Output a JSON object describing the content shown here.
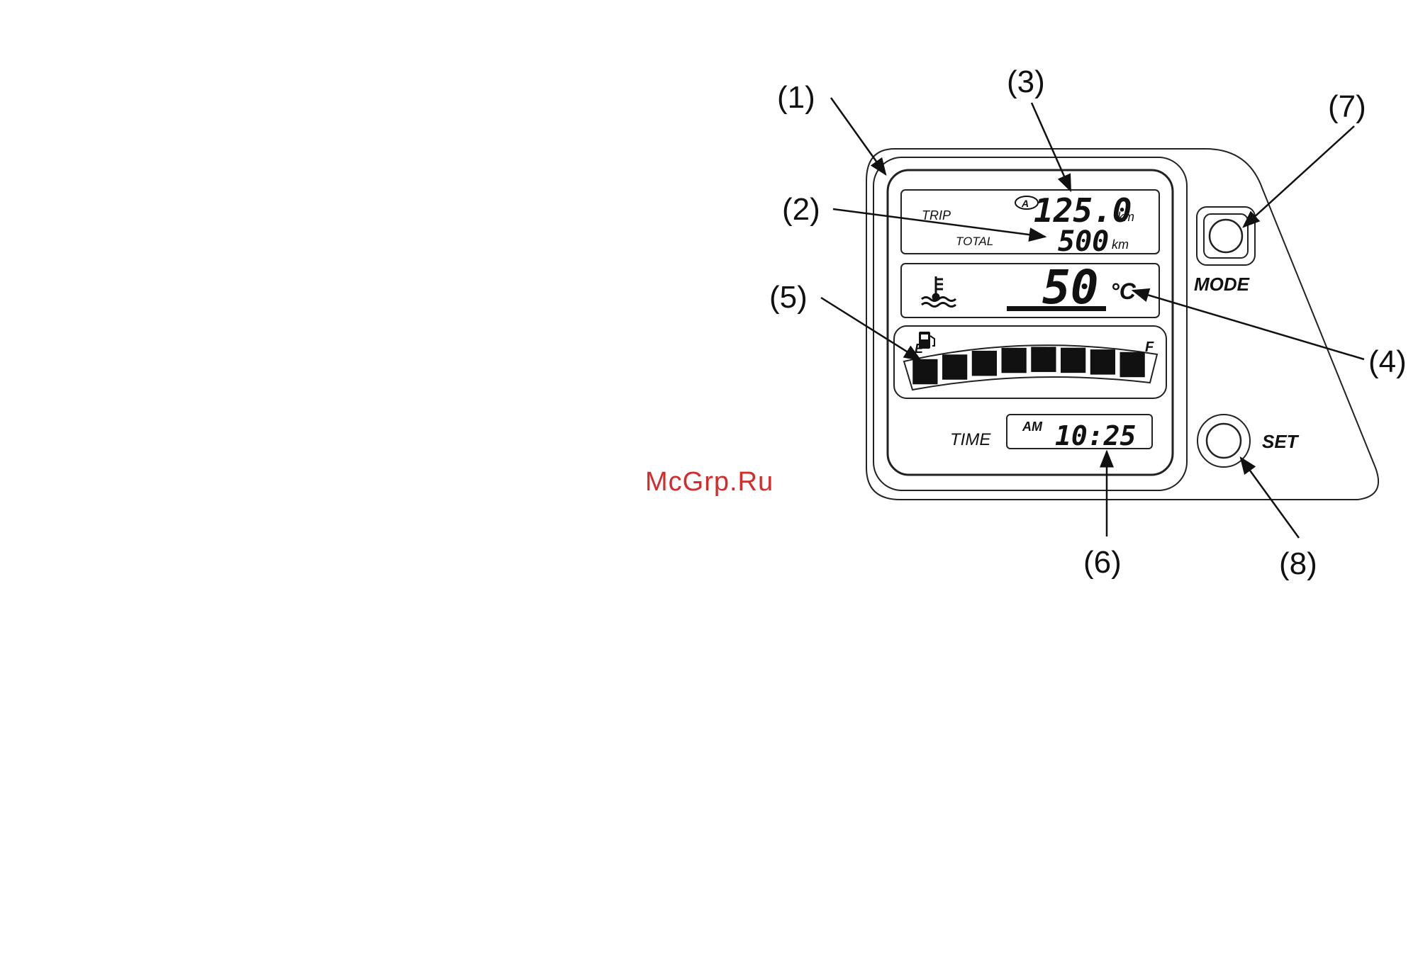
{
  "callouts": {
    "c1": "(1)",
    "c2": "(2)",
    "c3": "(3)",
    "c4": "(4)",
    "c5": "(5)",
    "c6": "(6)",
    "c7": "(7)",
    "c8": "(8)"
  },
  "odometer": {
    "trip_label": "TRIP",
    "trip_mode": "A",
    "trip_value": "125.0",
    "trip_unit": "km",
    "total_label": "TOTAL",
    "total_value": "500",
    "total_unit": "km"
  },
  "temperature": {
    "icon": "coolant-temperature-icon",
    "value": "50",
    "unit": "°C"
  },
  "fuel": {
    "icon": "fuel-pump-icon",
    "empty_label": "E",
    "full_label": "F",
    "segments_filled": 8,
    "segments_total": 8
  },
  "clock": {
    "label": "TIME",
    "ampm": "AM",
    "value": "10:25"
  },
  "buttons": {
    "mode_label": "MODE",
    "set_label": "SET"
  },
  "watermark": "McGrp.Ru"
}
